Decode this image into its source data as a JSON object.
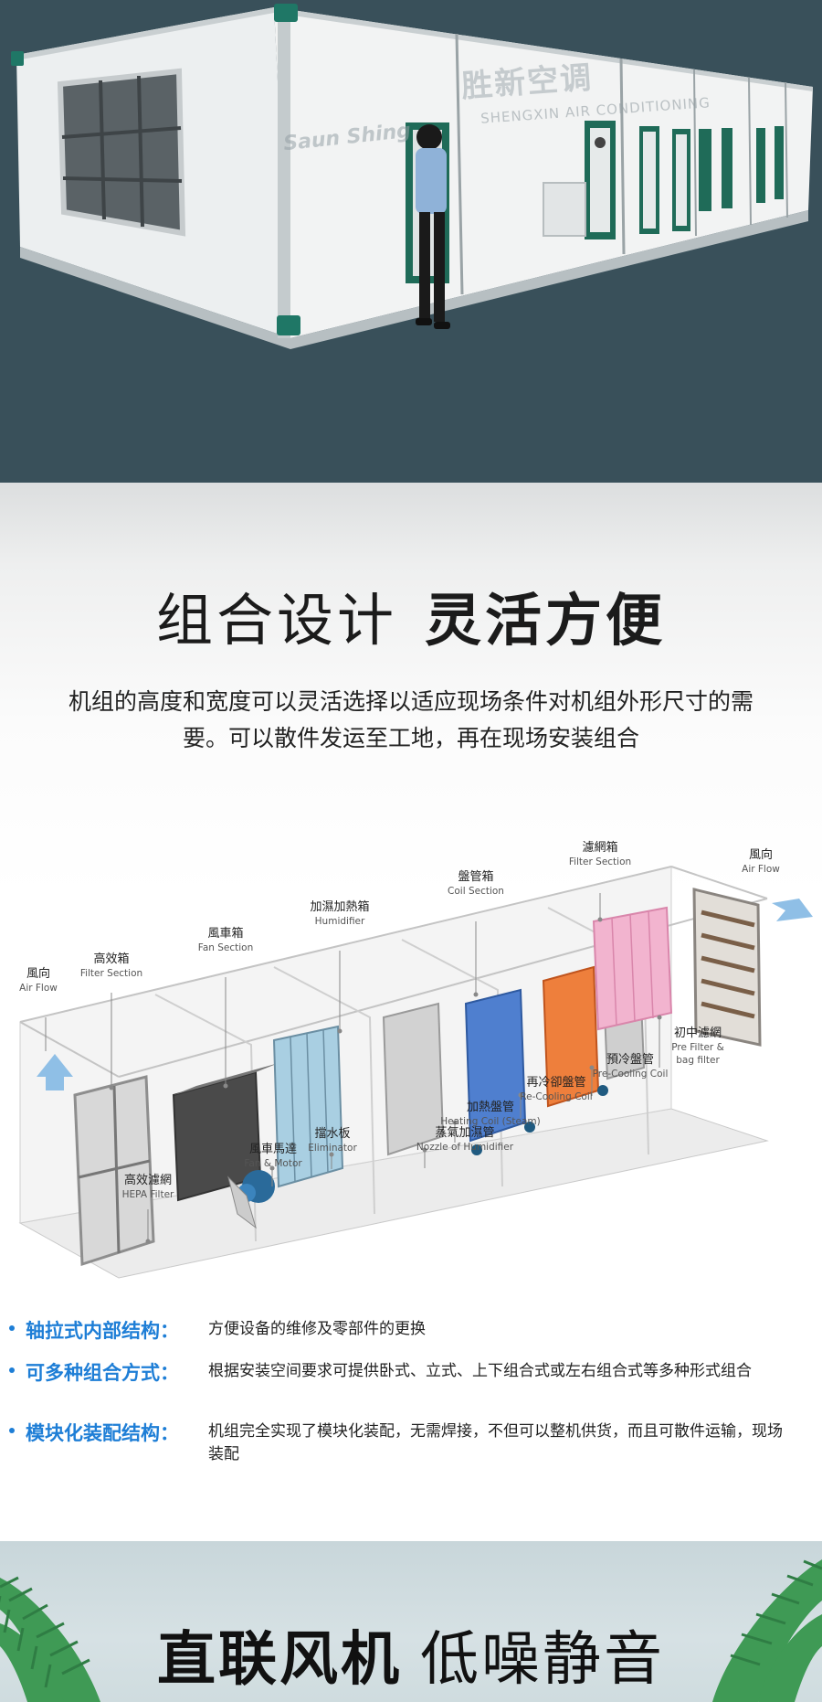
{
  "hero": {
    "watermark_cn": "胜新空调",
    "watermark_en": "SHENGXIN AIR CONDITIONING",
    "watermark_brand": "Saun Shing"
  },
  "section": {
    "title_light": "组合设计",
    "title_bold": "灵活方便",
    "intro": "机组的高度和宽度可以灵活选择以适应现场条件对机组外形尺寸的需要。可以散件发运至工地，再在现场安装组合"
  },
  "diagram": {
    "labels": {
      "airflow_out": {
        "cn": "風向",
        "en": "Air Flow"
      },
      "hepa_box": {
        "cn": "高效箱",
        "en": "Filter Section"
      },
      "fan_section": {
        "cn": "風車箱",
        "en": "Fan Section"
      },
      "humidifier": {
        "cn": "加濕加熱箱",
        "en": "Humidifier"
      },
      "coil_section": {
        "cn": "盤管箱",
        "en": "Coil Section"
      },
      "filter_section": {
        "cn": "濾網箱",
        "en": "Filter Section"
      },
      "airflow_in": {
        "cn": "風向",
        "en": "Air Flow"
      },
      "pre_filter": {
        "cn": "初中濾網",
        "en": "Pre Filter &",
        "en2": "bag filter"
      },
      "pre_cooling": {
        "cn": "預冷盤管",
        "en": "Pre-Cooling Coil"
      },
      "re_cooling": {
        "cn": "再冷卻盤管",
        "en": "Re-Cooling Coil"
      },
      "heating_coil": {
        "cn": "加熱盤管",
        "en": "Heating Coil (Steam)"
      },
      "nozzle": {
        "cn": "蒸氣加濕管",
        "en": "Nozzle of Humidifier"
      },
      "eliminator": {
        "cn": "擋水板",
        "en": "Eliminator"
      },
      "fan_motor": {
        "cn": "風車馬達",
        "en": "Fan & Motor"
      },
      "hepa_filter": {
        "cn": "高效濾網",
        "en": "HEPA Filter"
      }
    }
  },
  "features": [
    {
      "name": "轴拉式内部结构：",
      "desc": "方便设备的维修及零部件的更换"
    },
    {
      "name": "可多种组合方式：",
      "desc": "根据安装空间要求可提供卧式、立式、上下组合式或左右组合式等多种形式组合"
    },
    {
      "name": "模块化装配结构：",
      "desc": "机组完全实现了模块化装配，无需焊接，不但可以整机供货，而且可散件运输，现场装配"
    }
  ],
  "banner": {
    "title_bold": "直联风机",
    "title_light": "低噪静音"
  },
  "colors": {
    "hero_bg": "#39505a",
    "accent_blue": "#1e7ed6",
    "frame_green": "#1f6b58"
  }
}
